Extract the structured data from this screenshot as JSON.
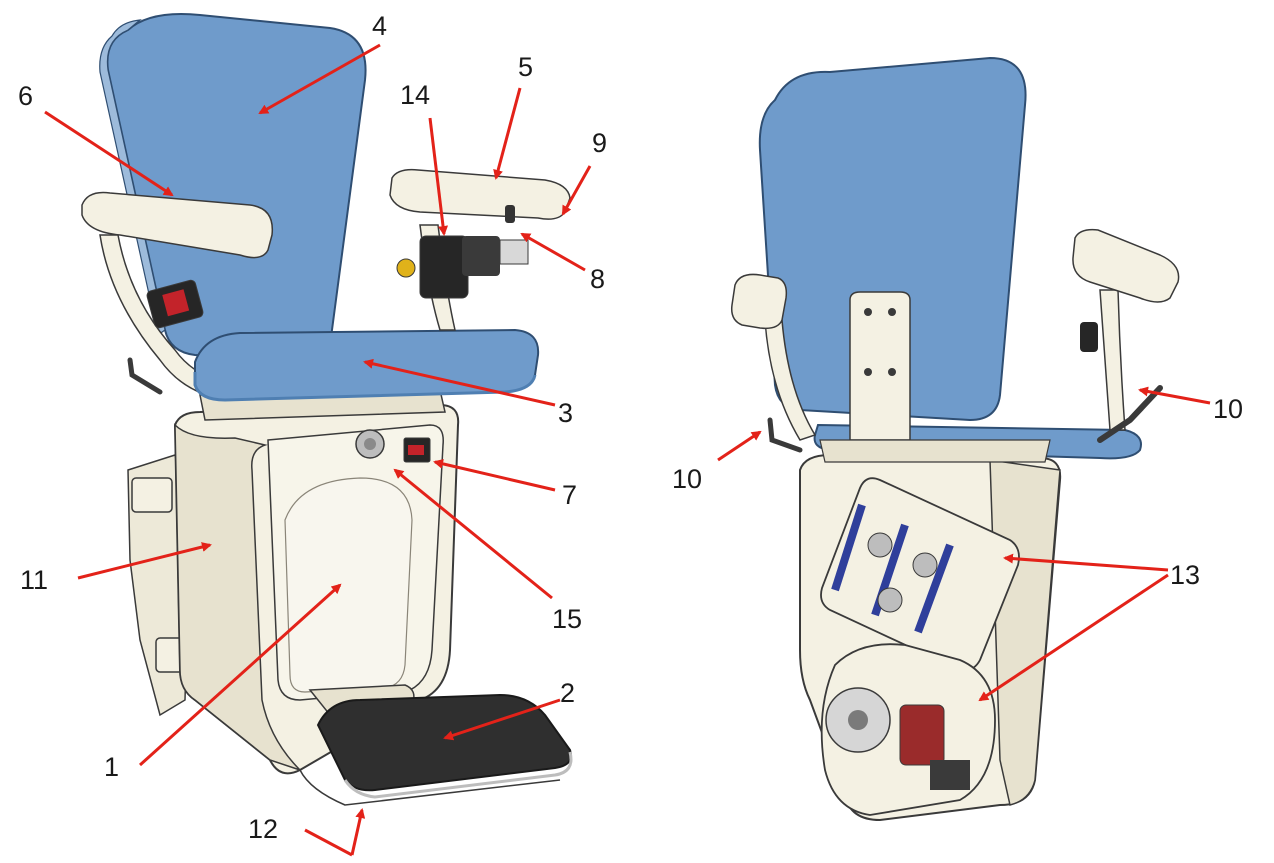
{
  "colors": {
    "seat_blue": "#6f9bcb",
    "seat_blue_dark": "#4f7fb2",
    "body_cream": "#f4f1e3",
    "body_shadow": "#d9d4c0",
    "outline": "#3a3a3a",
    "footrest": "#2f2f2f",
    "arrow": "#e32219",
    "accent_red": "#c3232a",
    "accent_yellow": "#e0b21a",
    "motor_blue": "#2f3f9b"
  },
  "callouts": [
    {
      "id": "c1",
      "label": "1"
    },
    {
      "id": "c2",
      "label": "2"
    },
    {
      "id": "c3",
      "label": "3"
    },
    {
      "id": "c4",
      "label": "4"
    },
    {
      "id": "c5",
      "label": "5"
    },
    {
      "id": "c6",
      "label": "6"
    },
    {
      "id": "c7",
      "label": "7"
    },
    {
      "id": "c8",
      "label": "8"
    },
    {
      "id": "c9",
      "label": "9"
    },
    {
      "id": "c10a",
      "label": "10"
    },
    {
      "id": "c10b",
      "label": "10"
    },
    {
      "id": "c11",
      "label": "11"
    },
    {
      "id": "c12",
      "label": "12"
    },
    {
      "id": "c13",
      "label": "13"
    },
    {
      "id": "c14",
      "label": "14"
    },
    {
      "id": "c15",
      "label": "15"
    }
  ]
}
